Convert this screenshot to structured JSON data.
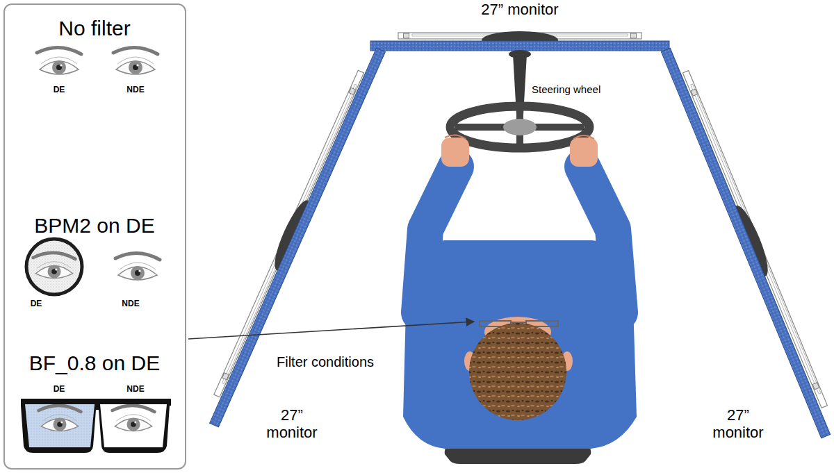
{
  "diagram": {
    "nodes": [
      {
        "text": [
          "No filter",
          "DE",
          "NDE",
          "BPM2 on DE",
          "DE",
          "NDE",
          "BF_0.8 on DE",
          "DE",
          "NDE"
        ]
      }
    ],
    "labels": [
      "27” monitor",
      "Steering wheel",
      "27” monitor",
      "27” monitor",
      "Filter conditions"
    ]
  }
}
